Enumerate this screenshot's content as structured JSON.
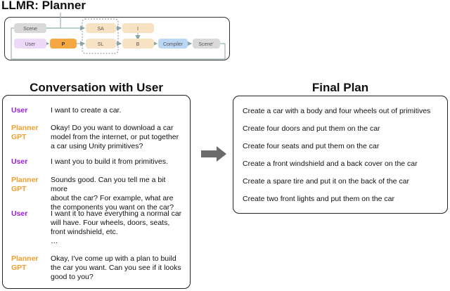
{
  "header": {
    "title": "LLMR: Planner"
  },
  "pipeline": {
    "nodes": {
      "scene": "Scene",
      "user": "User",
      "p": "P",
      "sa": "SA",
      "sl": "SL",
      "i": "I",
      "b": "B",
      "compiler": "Compiler",
      "scene_out": "Scene'"
    },
    "colors": {
      "gray_node": "#d9d9d9",
      "user_node": "#ecd9f7",
      "planner_node": "#f5a742",
      "sub_node": "#f7e2c4",
      "compiler_node": "#bcd7f5",
      "arrow": "#9bb5b5"
    }
  },
  "conversation": {
    "title": "Conversation with User",
    "turns": [
      {
        "speaker_lines": [
          "User"
        ],
        "role": "user",
        "lines": [
          "I want to create a car."
        ]
      },
      {
        "speaker_lines": [
          "Planner",
          "GPT"
        ],
        "role": "gpt",
        "lines": [
          "Okay! Do you want to download a car",
          "model from the internet, or put together",
          "a car using Unity primitives?"
        ]
      },
      {
        "speaker_lines": [
          "User"
        ],
        "role": "user",
        "lines": [
          "I want you to build it from primitives."
        ]
      },
      {
        "speaker_lines": [
          "Planner",
          "GPT"
        ],
        "role": "gpt",
        "lines": [
          "Sounds good. Can you tell me a bit more",
          "about the car? For example, what are",
          "the components you want on the car?"
        ]
      },
      {
        "speaker_lines": [
          "User"
        ],
        "role": "user",
        "lines": [
          "I want it to have everything a normal car",
          "will have. Four wheels, doors, seats,",
          "front windshield, etc.",
          "…"
        ]
      },
      {
        "speaker_lines": [
          "Planner",
          "GPT"
        ],
        "role": "gpt",
        "lines": [
          "Okay, I've come up with a plan to build",
          "the car you want. Can you see if it looks",
          "good to you?"
        ]
      }
    ]
  },
  "plan": {
    "title": "Final Plan",
    "steps": [
      "Create a car with a body and four wheels out of primitives",
      "Create four doors and put them on the car",
      "Create four seats and put them on the car",
      "Create a front windshield and a back cover on the car",
      "Create a spare tire and put it on the back of the car",
      "Create two front lights and put them on the car"
    ]
  },
  "colors": {
    "user_label": "#9a1fd6",
    "gpt_label": "#f0a030"
  }
}
